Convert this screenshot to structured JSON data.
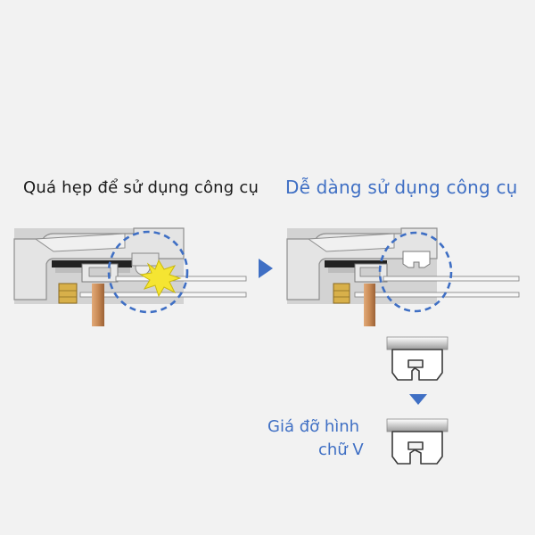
{
  "left_panel": {
    "title": "Quá hẹp để sử dụng công cụ"
  },
  "right_panel": {
    "title": "Dễ dàng sử dụng công cụ"
  },
  "bracket_label": {
    "line1": "Giá đỡ hình",
    "line2": "chữ V"
  },
  "colors": {
    "accent_blue": "#3f6fc4",
    "background": "#f2f2f2",
    "collision_yellow": "#f5e532",
    "copper_pipe": "#c98a55",
    "brass_nut": "#d8b04a"
  }
}
